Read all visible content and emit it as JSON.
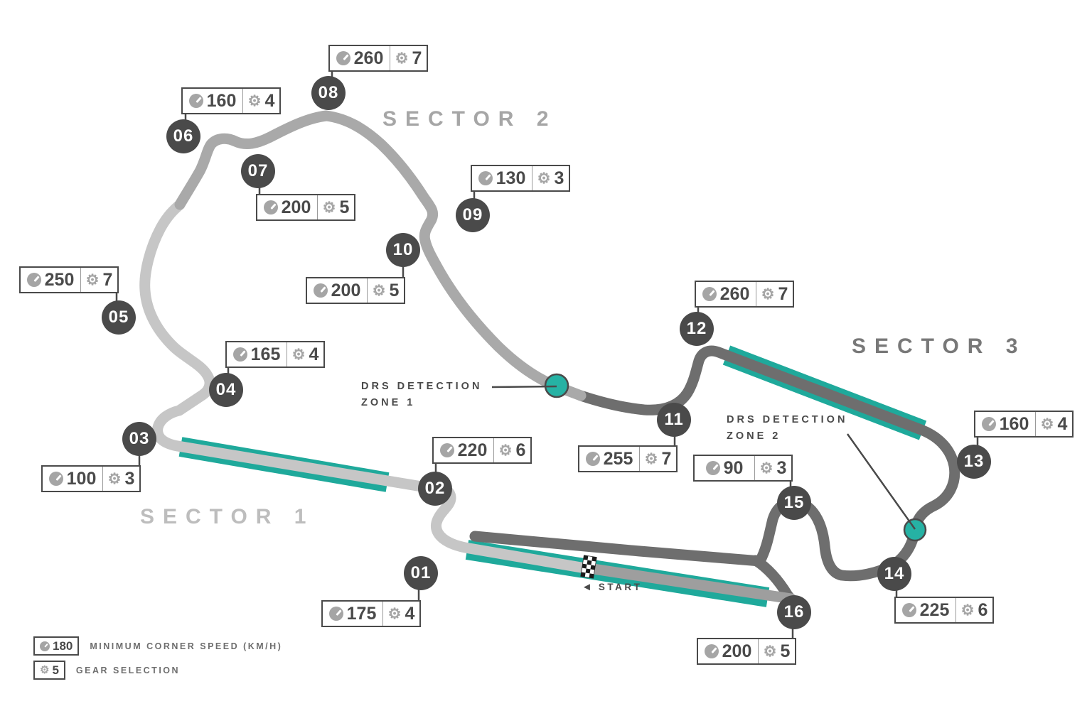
{
  "colors": {
    "sector1_track": "#c6c6c6",
    "sector2_track": "#a9a9a9",
    "sector3_track": "#6e6e6e",
    "pit_straight_track": "#9e9e9e",
    "drs_marking_teal": "#1fa99b",
    "drs_detection_circle": "#26b2a4",
    "badge_background": "#4a4a4a",
    "text_dark": "#4a4a4a"
  },
  "sectors": [
    {
      "label": "SECTOR 1"
    },
    {
      "label": "SECTOR 2"
    },
    {
      "label": "SECTOR 3"
    }
  ],
  "corners": [
    {
      "id": "01",
      "speed": "175",
      "gear": "4"
    },
    {
      "id": "02",
      "speed": "220",
      "gear": "6"
    },
    {
      "id": "03",
      "speed": "100",
      "gear": "3"
    },
    {
      "id": "04",
      "speed": "165",
      "gear": "4"
    },
    {
      "id": "05",
      "speed": "250",
      "gear": "7"
    },
    {
      "id": "06",
      "speed": "160",
      "gear": "4"
    },
    {
      "id": "07",
      "speed": "200",
      "gear": "5"
    },
    {
      "id": "08",
      "speed": "260",
      "gear": "7"
    },
    {
      "id": "09",
      "speed": "130",
      "gear": "3"
    },
    {
      "id": "10",
      "speed": "200",
      "gear": "5"
    },
    {
      "id": "11",
      "speed": "255",
      "gear": "7"
    },
    {
      "id": "12",
      "speed": "260",
      "gear": "7"
    },
    {
      "id": "13",
      "speed": "160",
      "gear": "4"
    },
    {
      "id": "14",
      "speed": "225",
      "gear": "6"
    },
    {
      "id": "15",
      "speed": "90",
      "gear": "3"
    },
    {
      "id": "16",
      "speed": "200",
      "gear": "5"
    }
  ],
  "drs_zones": [
    {
      "line1": "DRS DETECTION",
      "line2": "ZONE 1"
    },
    {
      "line1": "DRS DETECTION",
      "line2": "ZONE 2"
    }
  ],
  "start": {
    "arrow": "◄",
    "label": "START"
  },
  "icons": {
    "gear_glyph": "⚙"
  },
  "legend": {
    "speed_value": "180",
    "speed_label": "MINIMUM CORNER SPEED (KM/H)",
    "gear_value": "5",
    "gear_label": "GEAR SELECTION"
  }
}
